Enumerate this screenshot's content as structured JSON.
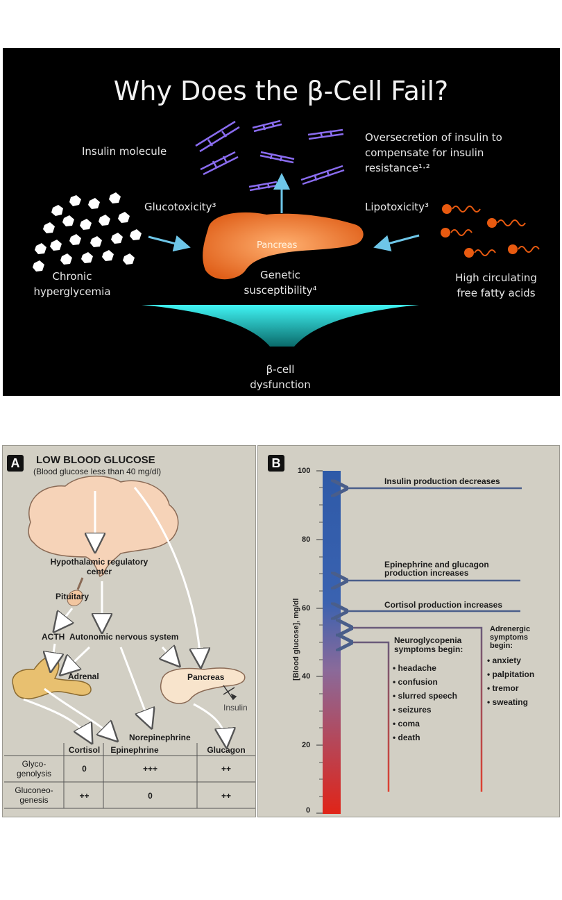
{
  "top_slide": {
    "title": "Why Does the β-Cell Fail?",
    "insulin_molecule": "Insulin molecule",
    "oversecretion": "Oversecretion of insulin to\ncompensate for insulin\nresistance¹·²",
    "glucotoxicity": "Glucotoxicity³",
    "lipotoxicity": "Lipotoxicity³",
    "pancreas": "Pancreas",
    "chronic_hyperglycemia": "Chronic\nhyperglycemia",
    "genetic_susceptibility": "Genetic\nsusceptibility⁴",
    "free_fatty_acids": "High circulating\nfree fatty acids",
    "beta_cell_dysfunction": "β-cell\ndysfunction",
    "colors": {
      "background": "#000000",
      "pancreas": "#f07a2a",
      "arrow": "#6ec6e8",
      "funnel": "#2ee8e8",
      "insulin": "#8a6cf0"
    }
  },
  "panel_a": {
    "badge": "A",
    "title": "LOW BLOOD GLUCOSE",
    "subtitle": "(Blood glucose less than 40 mg/dl)",
    "hypothalamic": "Hypothalamic regulatory\ncenter",
    "pituitary": "Pituitary",
    "acth": "ACTH",
    "autonomic": "Autonomic nervous system",
    "adrenal": "Adrenal",
    "pancreas": "Pancreas",
    "insulin": "Insulin",
    "norepinephrine": "Norepinephrine",
    "table": {
      "columns": [
        "Cortisol",
        "Epinephrine",
        "Glucagon"
      ],
      "rows": [
        {
          "label": "Glyco-\ngenolysis",
          "values": [
            "0",
            "+++",
            "++"
          ]
        },
        {
          "label": "Gluconeo-\ngenesis",
          "values": [
            "++",
            "0",
            "++"
          ]
        }
      ]
    }
  },
  "panel_b": {
    "badge": "B",
    "axis_label": "[Blood glucose], mg/dl",
    "ticks": [
      "100",
      "80",
      "60",
      "40",
      "20",
      "0"
    ],
    "events": {
      "insulin": "Insulin production decreases",
      "epinephrine": "Epinephrine and glucagon\nproduction increases",
      "cortisol": "Cortisol production increases"
    },
    "neuro_title": "Neuroglycopenia\nsymptoms begin:",
    "neuro_symptoms": [
      "headache",
      "confusion",
      "slurred speech",
      "seizures",
      "coma",
      "death"
    ],
    "adrenergic_title": "Adrenergic\nsymptoms\nbegin:",
    "adrenergic_symptoms": [
      "anxiety",
      "palpitation",
      "tremor",
      "sweating"
    ]
  }
}
